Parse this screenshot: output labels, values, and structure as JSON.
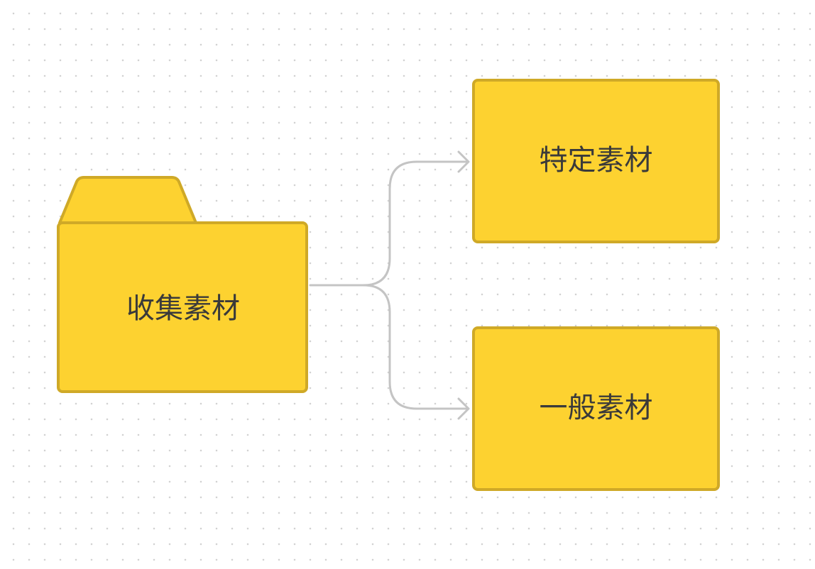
{
  "nodes": {
    "source": {
      "label": "收集素材"
    },
    "target_top": {
      "label": "特定素材"
    },
    "target_bottom": {
      "label": "一般素材"
    }
  },
  "colors": {
    "node_fill": "#fdd230",
    "node_stroke": "#cfa927",
    "connector": "#c4c4c4",
    "text": "#3a3a3a",
    "canvas_dots": "#d2d2d2"
  },
  "icons": {
    "source_shape": "folder-icon"
  }
}
